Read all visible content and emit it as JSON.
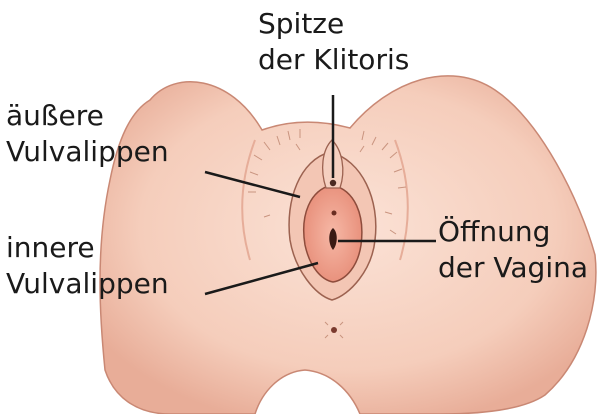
{
  "labels": {
    "clitoris": [
      "Spitze",
      "der Klitoris"
    ],
    "outer_labia": [
      "äußere",
      "Vulvalippen"
    ],
    "inner_labia": [
      "innere",
      "Vulvalippen"
    ],
    "vaginal_opening": [
      "Öffnung",
      "der Vagina"
    ]
  },
  "colors": {
    "skin": "#f6d2c2",
    "skin_shadow": "#e7a994",
    "outline": "#7a4a3a",
    "inner_pink": "#ee9a86",
    "inner_dark": "#d8705f",
    "leader_line": "#1a1a1a"
  }
}
